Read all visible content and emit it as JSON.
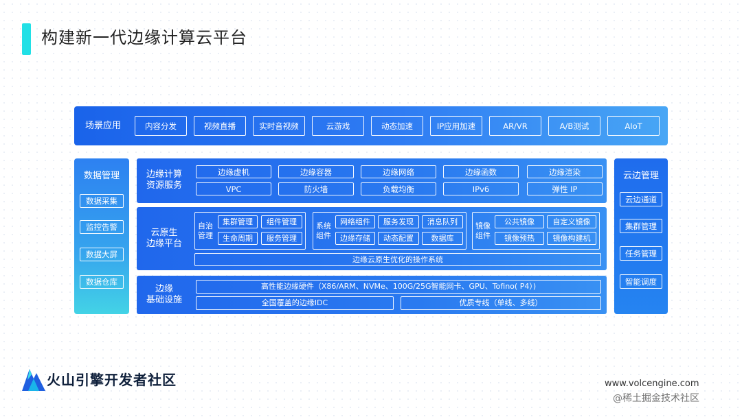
{
  "title": "构建新一代边缘计算云平台",
  "scenes": {
    "label": "场景应用",
    "items": [
      "内容分发",
      "视频直播",
      "实时音视频",
      "云游戏",
      "动态加速",
      "IP应用加速",
      "AR/VR",
      "A/B测试",
      "AIoT"
    ]
  },
  "data_mgmt": {
    "label": "数据管理",
    "items": [
      "数据采集",
      "监控告警",
      "数据大屏",
      "数据仓库"
    ]
  },
  "cloud_edge": {
    "label": "云边管理",
    "items": [
      "云边通道",
      "集群管理",
      "任务管理",
      "智能调度"
    ]
  },
  "compute": {
    "label_line1": "边缘计算",
    "label_line2": "资源服务",
    "row1": [
      "边缘虚机",
      "边缘容器",
      "边缘网络",
      "边缘函数",
      "边缘渲染"
    ],
    "row2": [
      "VPC",
      "防火墙",
      "负载均衡",
      "IPv6",
      "弹性 IP"
    ]
  },
  "native": {
    "label_line1": "云原生",
    "label_line2": "边缘平台",
    "autonomy": {
      "label_line1": "自治",
      "label_line2": "管理",
      "items": [
        "集群管理",
        "组件管理",
        "生命周期",
        "服务管理"
      ]
    },
    "system": {
      "label_line1": "系统",
      "label_line2": "组件",
      "items": [
        "网络组件",
        "服务发现",
        "消息队列",
        "边缘存储",
        "动态配置",
        "数据库"
      ]
    },
    "mirror": {
      "label_line1": "镜像",
      "label_line2": "组件",
      "items": [
        "公共镜像",
        "自定义镜像",
        "镜像预热",
        "镜像构建机"
      ]
    },
    "os": "边缘云原生优化的操作系统"
  },
  "infra": {
    "label_line1": "边缘",
    "label_line2": "基础设施",
    "hardware": "高性能边缘硬件（X86/ARM、NVMe、100G/25G智能网卡、GPU、Tofino( P4）)",
    "idc": "全国覆盖的边缘IDC",
    "line": "优质专线（单线、多线）"
  },
  "footer": {
    "brand": "火山引擎开发者社区",
    "url": "www.volcengine.com",
    "watermark": "@稀土掘金技术社区"
  }
}
